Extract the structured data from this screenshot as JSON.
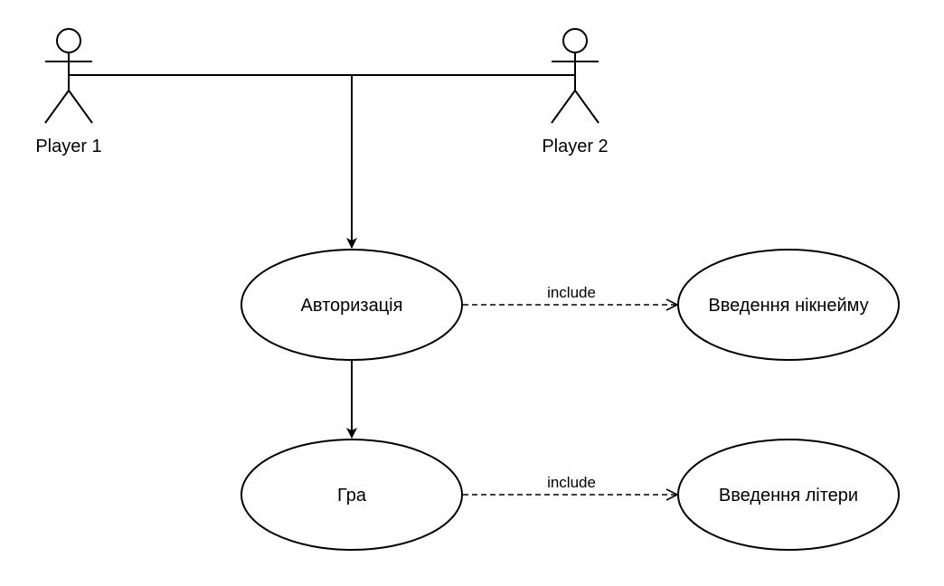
{
  "actors": {
    "player1": {
      "label": "Player 1"
    },
    "player2": {
      "label": "Player 2"
    }
  },
  "use_cases": {
    "authorization": {
      "label": "Авторизація"
    },
    "game": {
      "label": "Гра"
    },
    "enter_nickname": {
      "label": "Введення нікнейму"
    },
    "enter_letter": {
      "label": "Введення літери"
    }
  },
  "relations": {
    "include_nickname": {
      "label": "include"
    },
    "include_letter": {
      "label": "include"
    }
  }
}
